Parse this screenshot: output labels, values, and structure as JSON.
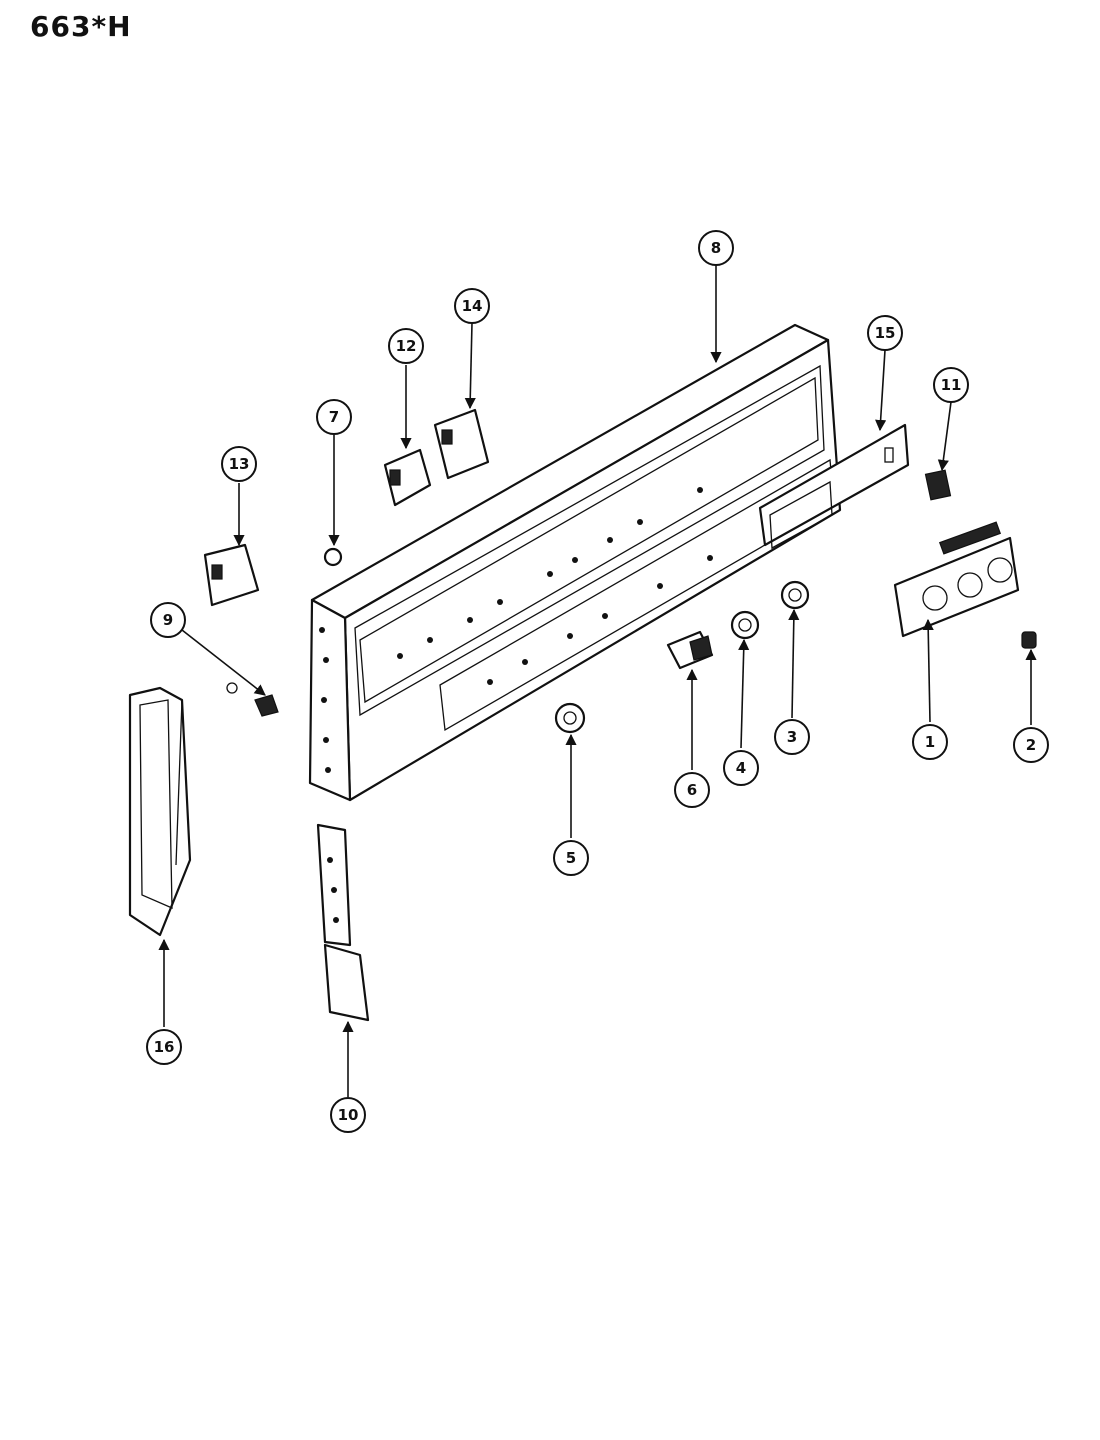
{
  "title": "663*H",
  "callouts": [
    {
      "id": "1",
      "label": "1"
    },
    {
      "id": "2",
      "label": "2"
    },
    {
      "id": "3",
      "label": "3"
    },
    {
      "id": "4",
      "label": "4"
    },
    {
      "id": "5",
      "label": "5"
    },
    {
      "id": "6",
      "label": "6"
    },
    {
      "id": "7",
      "label": "7"
    },
    {
      "id": "8",
      "label": "8"
    },
    {
      "id": "9",
      "label": "9"
    },
    {
      "id": "10",
      "label": "10"
    },
    {
      "id": "11",
      "label": "11"
    },
    {
      "id": "12",
      "label": "12"
    },
    {
      "id": "13",
      "label": "13"
    },
    {
      "id": "14",
      "label": "14"
    },
    {
      "id": "15",
      "label": "15"
    },
    {
      "id": "16",
      "label": "16"
    }
  ]
}
